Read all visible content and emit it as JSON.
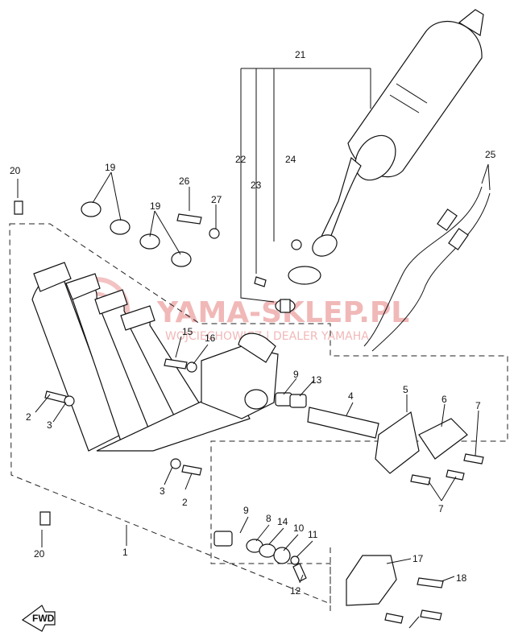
{
  "callouts": {
    "c1": "1",
    "c2a": "2",
    "c2b": "2",
    "c3a": "3",
    "c3b": "3",
    "c4": "4",
    "c5": "5",
    "c6": "6",
    "c7a": "7",
    "c7b": "7",
    "c8": "8",
    "c9a": "9",
    "c9b": "9",
    "c10": "10",
    "c11": "11",
    "c12": "12",
    "c13": "13",
    "c14": "14",
    "c15": "15",
    "c16": "16",
    "c17": "17",
    "c18": "18",
    "c19a": "19",
    "c19b": "19",
    "c20a": "20",
    "c20b": "20",
    "c21": "21",
    "c22": "22",
    "c23": "23",
    "c24": "24",
    "c25": "25",
    "c26": "26",
    "c27": "27"
  },
  "watermark": {
    "main": "YAMA-SKLEP.PL",
    "sub": "WOJCIECHOWICZ | DEALER YAMAHA"
  },
  "fwd_label": "FWD"
}
